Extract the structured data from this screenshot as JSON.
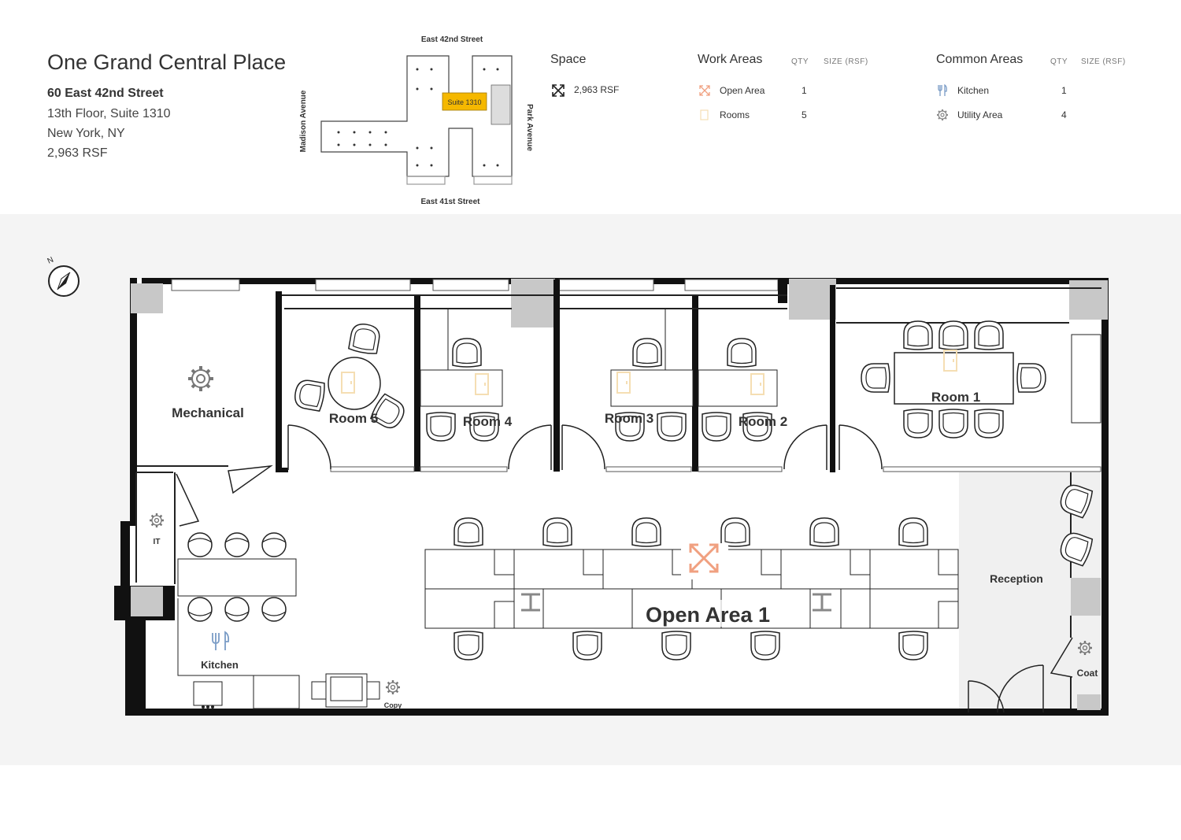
{
  "building": {
    "name": "One Grand Central Place",
    "street": "60 East 42nd Street",
    "suite_line": "13th Floor, Suite 1310",
    "city": "New York, NY",
    "area": "2,963 RSF"
  },
  "keyplan": {
    "north_street": "East 42nd Street",
    "south_street": "East 41st Street",
    "west_street": "Madison Avenue",
    "east_street": "Park Avenue",
    "suite_label": "Suite 1310",
    "suite_color": "#f5b800"
  },
  "space": {
    "title": "Space",
    "size": "2,963 RSF",
    "icon": "expand-arrows-icon"
  },
  "work_areas": {
    "title": "Work Areas",
    "qty_header": "QTY",
    "size_header": "SIZE (RSF)",
    "items": [
      {
        "label": "Open Area",
        "qty": "1",
        "icon": "expand-arrows-icon",
        "color": "#f0a080"
      },
      {
        "label": "Rooms",
        "qty": "5",
        "icon": "door-icon",
        "color": "#f5deb3"
      }
    ]
  },
  "common_areas": {
    "title": "Common Areas",
    "qty_header": "QTY",
    "size_header": "SIZE (RSF)",
    "items": [
      {
        "label": "Kitchen",
        "qty": "1",
        "icon": "fork-knife-icon",
        "color": "#7a9cc6"
      },
      {
        "label": "Utility Area",
        "qty": "4",
        "icon": "gear-icon",
        "color": "#888888"
      }
    ]
  },
  "floorplan": {
    "compass_label": "N",
    "rooms": {
      "mechanical": "Mechanical",
      "room5": "Room 5",
      "room4": "Room 4",
      "room3": "Room 3",
      "room2": "Room 2",
      "room1": "Room 1",
      "it": "IT",
      "kitchen": "Kitchen",
      "copy": "Copy",
      "open_area": "Open Area 1",
      "reception": "Reception",
      "coat": "Coat"
    }
  }
}
